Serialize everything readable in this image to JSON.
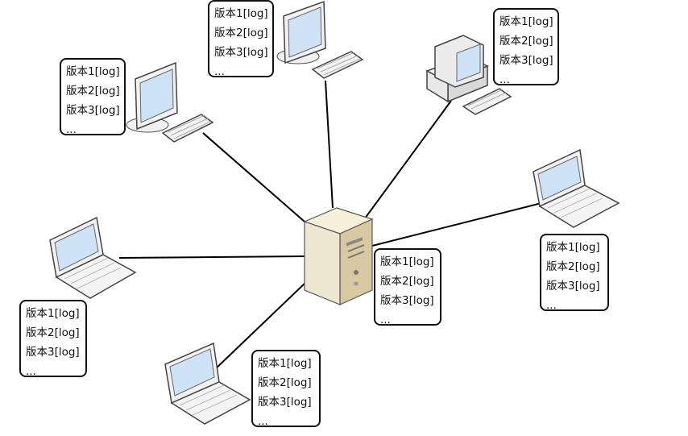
{
  "colors": {
    "line": "#000000",
    "screen": "#cfe3f7",
    "case": "#efe6cf",
    "case_dark": "#d8c9a2",
    "frame": "#f2f2f2",
    "outline": "#333333"
  },
  "server": {
    "icon": "server-tower-icon",
    "versions": [
      "版本1[log]",
      "版本2[log]",
      "版本3[log]",
      "..."
    ]
  },
  "clients": [
    {
      "id": "top-left-desktop",
      "icon": "flat-monitor-icon",
      "versions": [
        "版本1[log]",
        "版本2[log]",
        "版本3[log]",
        "..."
      ]
    },
    {
      "id": "top-center-desktop",
      "icon": "flat-monitor-icon",
      "versions": [
        "版本1[log]",
        "版本2[log]",
        "版本3[log]",
        "..."
      ]
    },
    {
      "id": "top-right-desktop",
      "icon": "crt-desktop-icon",
      "versions": [
        "版本1[log]",
        "版本2[log]",
        "版本3[log]",
        "..."
      ]
    },
    {
      "id": "right-laptop",
      "icon": "laptop-icon",
      "versions": [
        "版本1[log]",
        "版本2[log]",
        "版本3[log]",
        "..."
      ]
    },
    {
      "id": "left-laptop",
      "icon": "laptop-icon",
      "versions": [
        "版本1[log]",
        "版本2[log]",
        "版本3[log]",
        "..."
      ]
    },
    {
      "id": "bottom-laptop",
      "icon": "laptop-icon",
      "versions": [
        "版本1[log]",
        "版本2[log]",
        "版本3[log]",
        "..."
      ]
    }
  ]
}
